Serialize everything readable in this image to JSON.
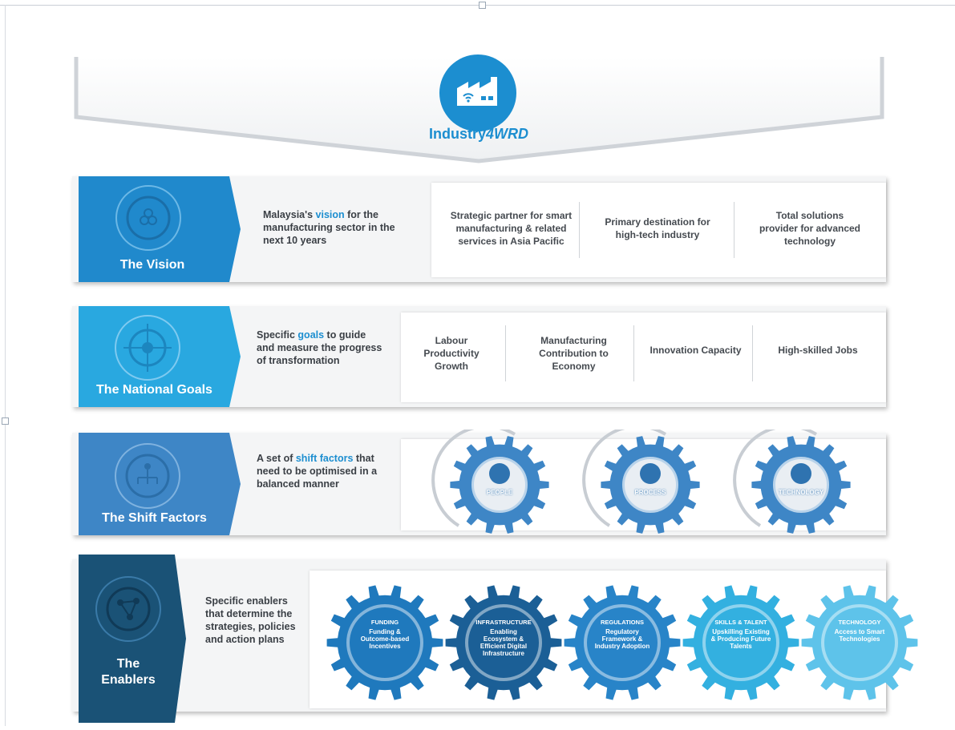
{
  "title": {
    "prefix": "Industry",
    "suffix": "4WRD"
  },
  "colors": {
    "vision": "#2089cc",
    "goals": "#29a8e0",
    "shift": "#3e86c6",
    "enablers": "#1a5276",
    "accent": "#1c8ed0"
  },
  "vision": {
    "tab_label": "The Vision",
    "desc_pre": "Malaysia's ",
    "desc_hl": "vision",
    "desc_post": " for the manufacturing sector in the next 10 years",
    "items": [
      "Strategic partner for smart manufacturing & related services in Asia Pacific",
      "Primary destination for high-tech industry",
      "Total solutions provider for advanced technology"
    ]
  },
  "goals": {
    "tab_label": "The National Goals",
    "desc_pre": "Specific ",
    "desc_hl": "goals",
    "desc_post": " to guide and measure the progress of transformation",
    "items": [
      "Labour Productivity Growth",
      "Manufacturing Contribution to Economy",
      "Innovation Capacity",
      "High-skilled Jobs"
    ]
  },
  "shift": {
    "tab_label": "The Shift Factors",
    "desc_pre": "A set of ",
    "desc_hl": "shift factors",
    "desc_post": " that need to be optimised in a balanced manner",
    "gears": [
      "PEOPLE",
      "PROCESS",
      "TECHNOLOGY"
    ]
  },
  "enablers": {
    "tab_label_1": "The",
    "tab_label_2": "Enablers",
    "desc": "Specific enablers that determine the strategies, policies and action plans",
    "gears": [
      {
        "title": "FUNDING",
        "text": "Funding & Outcome-based Incentives",
        "color": "#1f79bd"
      },
      {
        "title": "INFRASTRUCTURE",
        "text": "Enabling Ecosystem & Efficient Digital Infrastructure",
        "color": "#1b5f96"
      },
      {
        "title": "REGULATIONS",
        "text": "Regulatory Framework & Industry Adoption",
        "color": "#2884c8"
      },
      {
        "title": "SKILLS & TALENT",
        "text": "Upskilling Existing & Producing Future Talents",
        "color": "#33b0e0"
      },
      {
        "title": "TECHNOLOGY",
        "text": "Access to Smart Technologies",
        "color": "#5ec3ea"
      }
    ]
  }
}
